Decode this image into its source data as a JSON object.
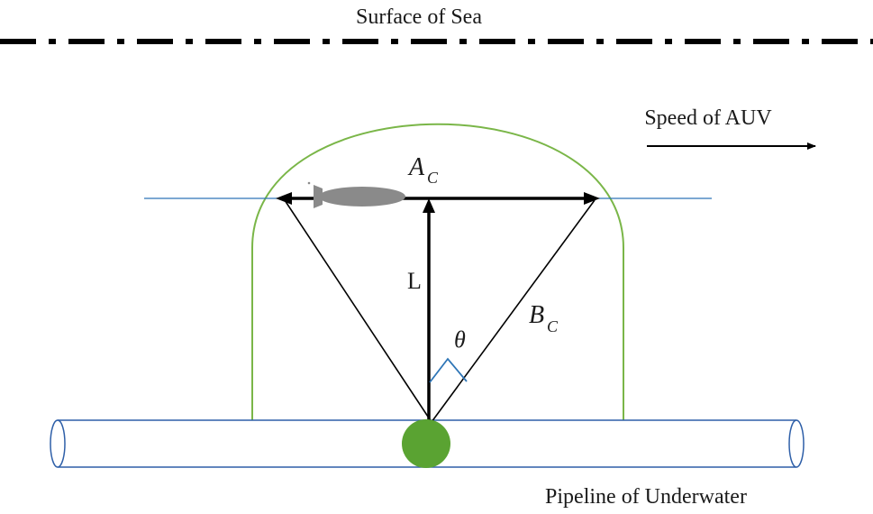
{
  "labels": {
    "sea_surface": "Surface of Sea",
    "speed": "Speed of AUV",
    "pipeline": "Pipeline of Underwater",
    "length": "L",
    "theta": "θ",
    "a_main": "A",
    "a_sub": "C",
    "b_main": "B",
    "b_sub": "C"
  },
  "colors": {
    "coverage_boundary": "#7ab648",
    "auv_path": "#2e75b6",
    "pipeline": "#2e5fa8",
    "target": "#5aa332",
    "auv_body": "#8a8a8a",
    "lines": "#000000",
    "right_angle_mark": "#2e75b6"
  }
}
